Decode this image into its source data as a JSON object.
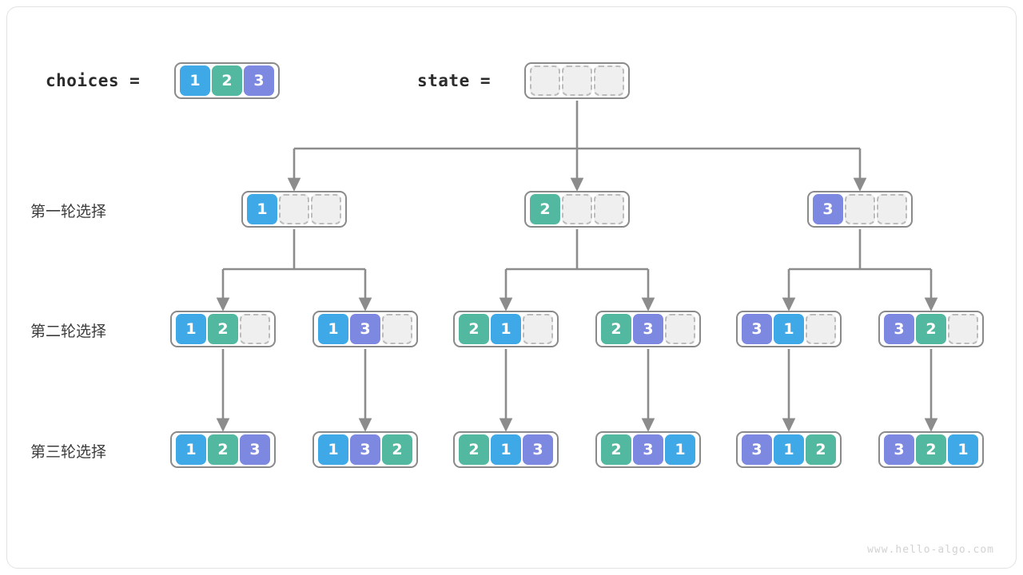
{
  "watermark": "www.hello-algo.com",
  "labels": {
    "choices": "choices =",
    "state": "state =",
    "round1": "第一轮选择",
    "round2": "第二轮选择",
    "round3": "第三轮选择"
  },
  "colors": {
    "value1": "#3fa9e8",
    "value2": "#53b8a0",
    "value3": "#7d88e0",
    "empty_fill": "#efefef",
    "empty_border": "#bcbcbc",
    "frame_border": "#8a8a8a",
    "connector": "#8c8c8c",
    "text": "#3c3c3c",
    "watermark": "#d2d2d2"
  },
  "arrays": {
    "choices": {
      "name": "choices-array",
      "cells": [
        1,
        2,
        3
      ]
    },
    "state": {
      "name": "state-array",
      "cells": [
        null,
        null,
        null
      ]
    },
    "level1": [
      {
        "name": "node-1",
        "cells": [
          1,
          null,
          null
        ]
      },
      {
        "name": "node-2",
        "cells": [
          2,
          null,
          null
        ]
      },
      {
        "name": "node-3",
        "cells": [
          3,
          null,
          null
        ]
      }
    ],
    "level2": [
      {
        "name": "node-1-2",
        "cells": [
          1,
          2,
          null
        ]
      },
      {
        "name": "node-1-3",
        "cells": [
          1,
          3,
          null
        ]
      },
      {
        "name": "node-2-1",
        "cells": [
          2,
          1,
          null
        ]
      },
      {
        "name": "node-2-3",
        "cells": [
          2,
          3,
          null
        ]
      },
      {
        "name": "node-3-1",
        "cells": [
          3,
          1,
          null
        ]
      },
      {
        "name": "node-3-2",
        "cells": [
          3,
          2,
          null
        ]
      }
    ],
    "level3": [
      {
        "name": "leaf-1-2-3",
        "cells": [
          1,
          2,
          3
        ]
      },
      {
        "name": "leaf-1-3-2",
        "cells": [
          1,
          3,
          2
        ]
      },
      {
        "name": "leaf-2-1-3",
        "cells": [
          2,
          1,
          3
        ]
      },
      {
        "name": "leaf-2-3-1",
        "cells": [
          2,
          3,
          1
        ]
      },
      {
        "name": "leaf-3-1-2",
        "cells": [
          3,
          1,
          2
        ]
      },
      {
        "name": "leaf-3-2-1",
        "cells": [
          3,
          2,
          1
        ]
      }
    ]
  },
  "layout": {
    "row_y": {
      "root": 101,
      "level1": 262,
      "level2": 412,
      "level3": 563
    },
    "level1_centers": [
      368,
      722,
      1076
    ],
    "level2_centers": [
      279,
      457,
      633,
      811,
      987,
      1165
    ],
    "state_center": 722
  }
}
